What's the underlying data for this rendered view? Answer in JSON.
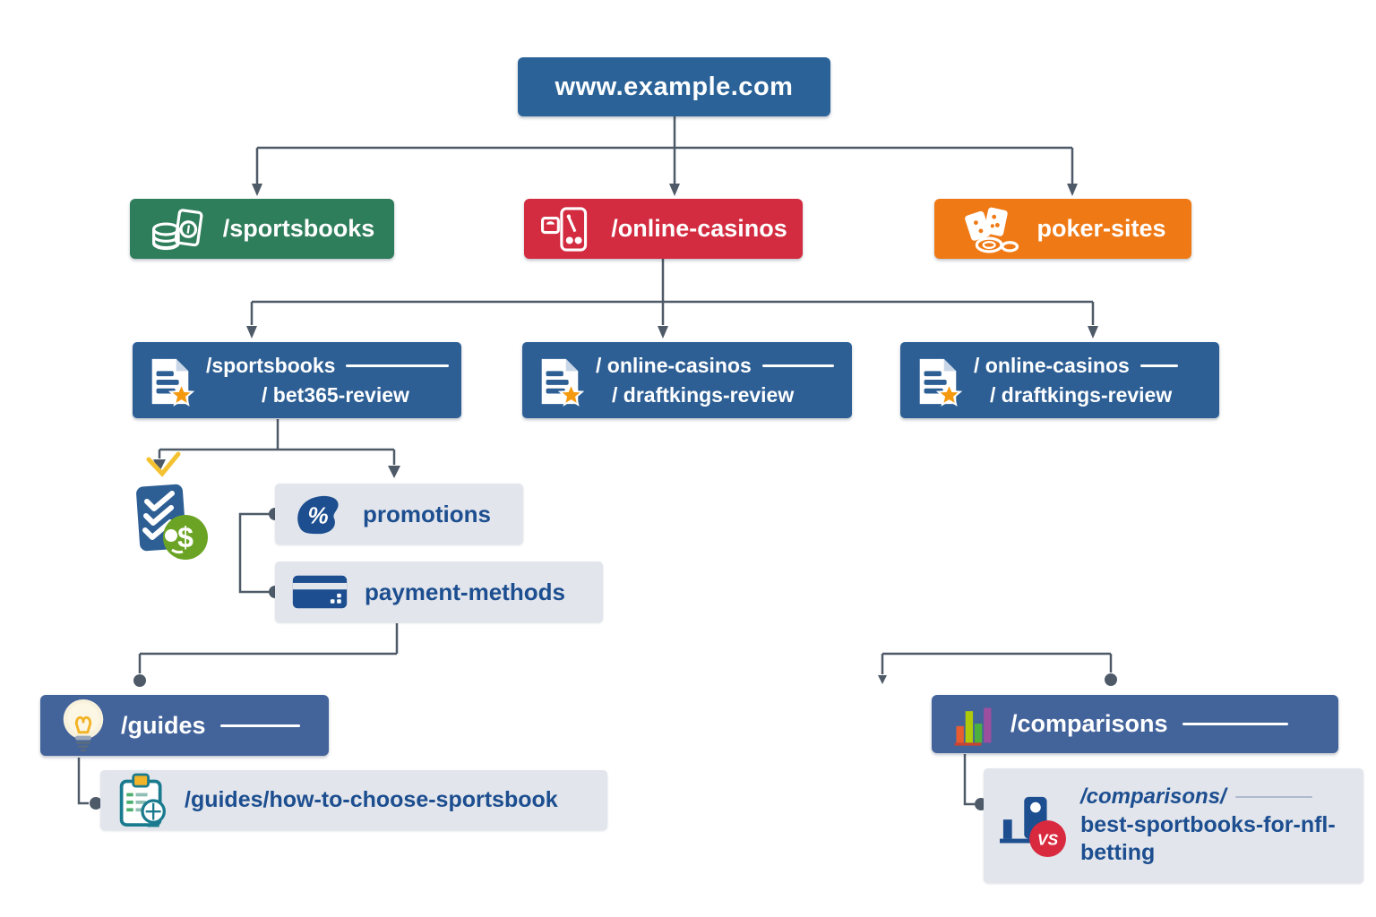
{
  "root": {
    "label": "www.example.com"
  },
  "categories": [
    {
      "label": "/sportsbooks",
      "icon": "coins-ticket-icon"
    },
    {
      "label": "/online-casinos",
      "icon": "slot-machine-icon"
    },
    {
      "label": "poker-sites",
      "icon": "cards-chip-icon"
    }
  ],
  "reviews": [
    {
      "line1": "/sportsbooks",
      "line2": "/ bet365-review"
    },
    {
      "line1": "/ online-casinos",
      "line2": "/ draftkings-review"
    },
    {
      "line1": "/ online-casinos",
      "line2": "/ draftkings-review"
    }
  ],
  "subpages": [
    {
      "label": "promotions",
      "icon": "percent-tag-icon"
    },
    {
      "label": "payment-methods",
      "icon": "credit-card-icon"
    }
  ],
  "guides": {
    "label": "/guides",
    "detail": "/guides/how-to-choose-sportsbook"
  },
  "comparisons": {
    "label": "/comparisons",
    "detail_path": "/comparisons/",
    "detail_slug": "best-sportbooks-for-nfl-betting"
  },
  "glyphs": {
    "percent": "%",
    "dollar": "$",
    "vs": "VS"
  },
  "colors": {
    "root": "#2B6399",
    "green": "#2E7D5B",
    "red": "#D32B40",
    "orange": "#EF7914",
    "review": "#2D5F95",
    "section": "#43639B",
    "subpage_bg": "#E2E5EB",
    "text_navy": "#1C4E90",
    "connector": "#4E5A68",
    "accent_yellow": "#F4C231"
  }
}
